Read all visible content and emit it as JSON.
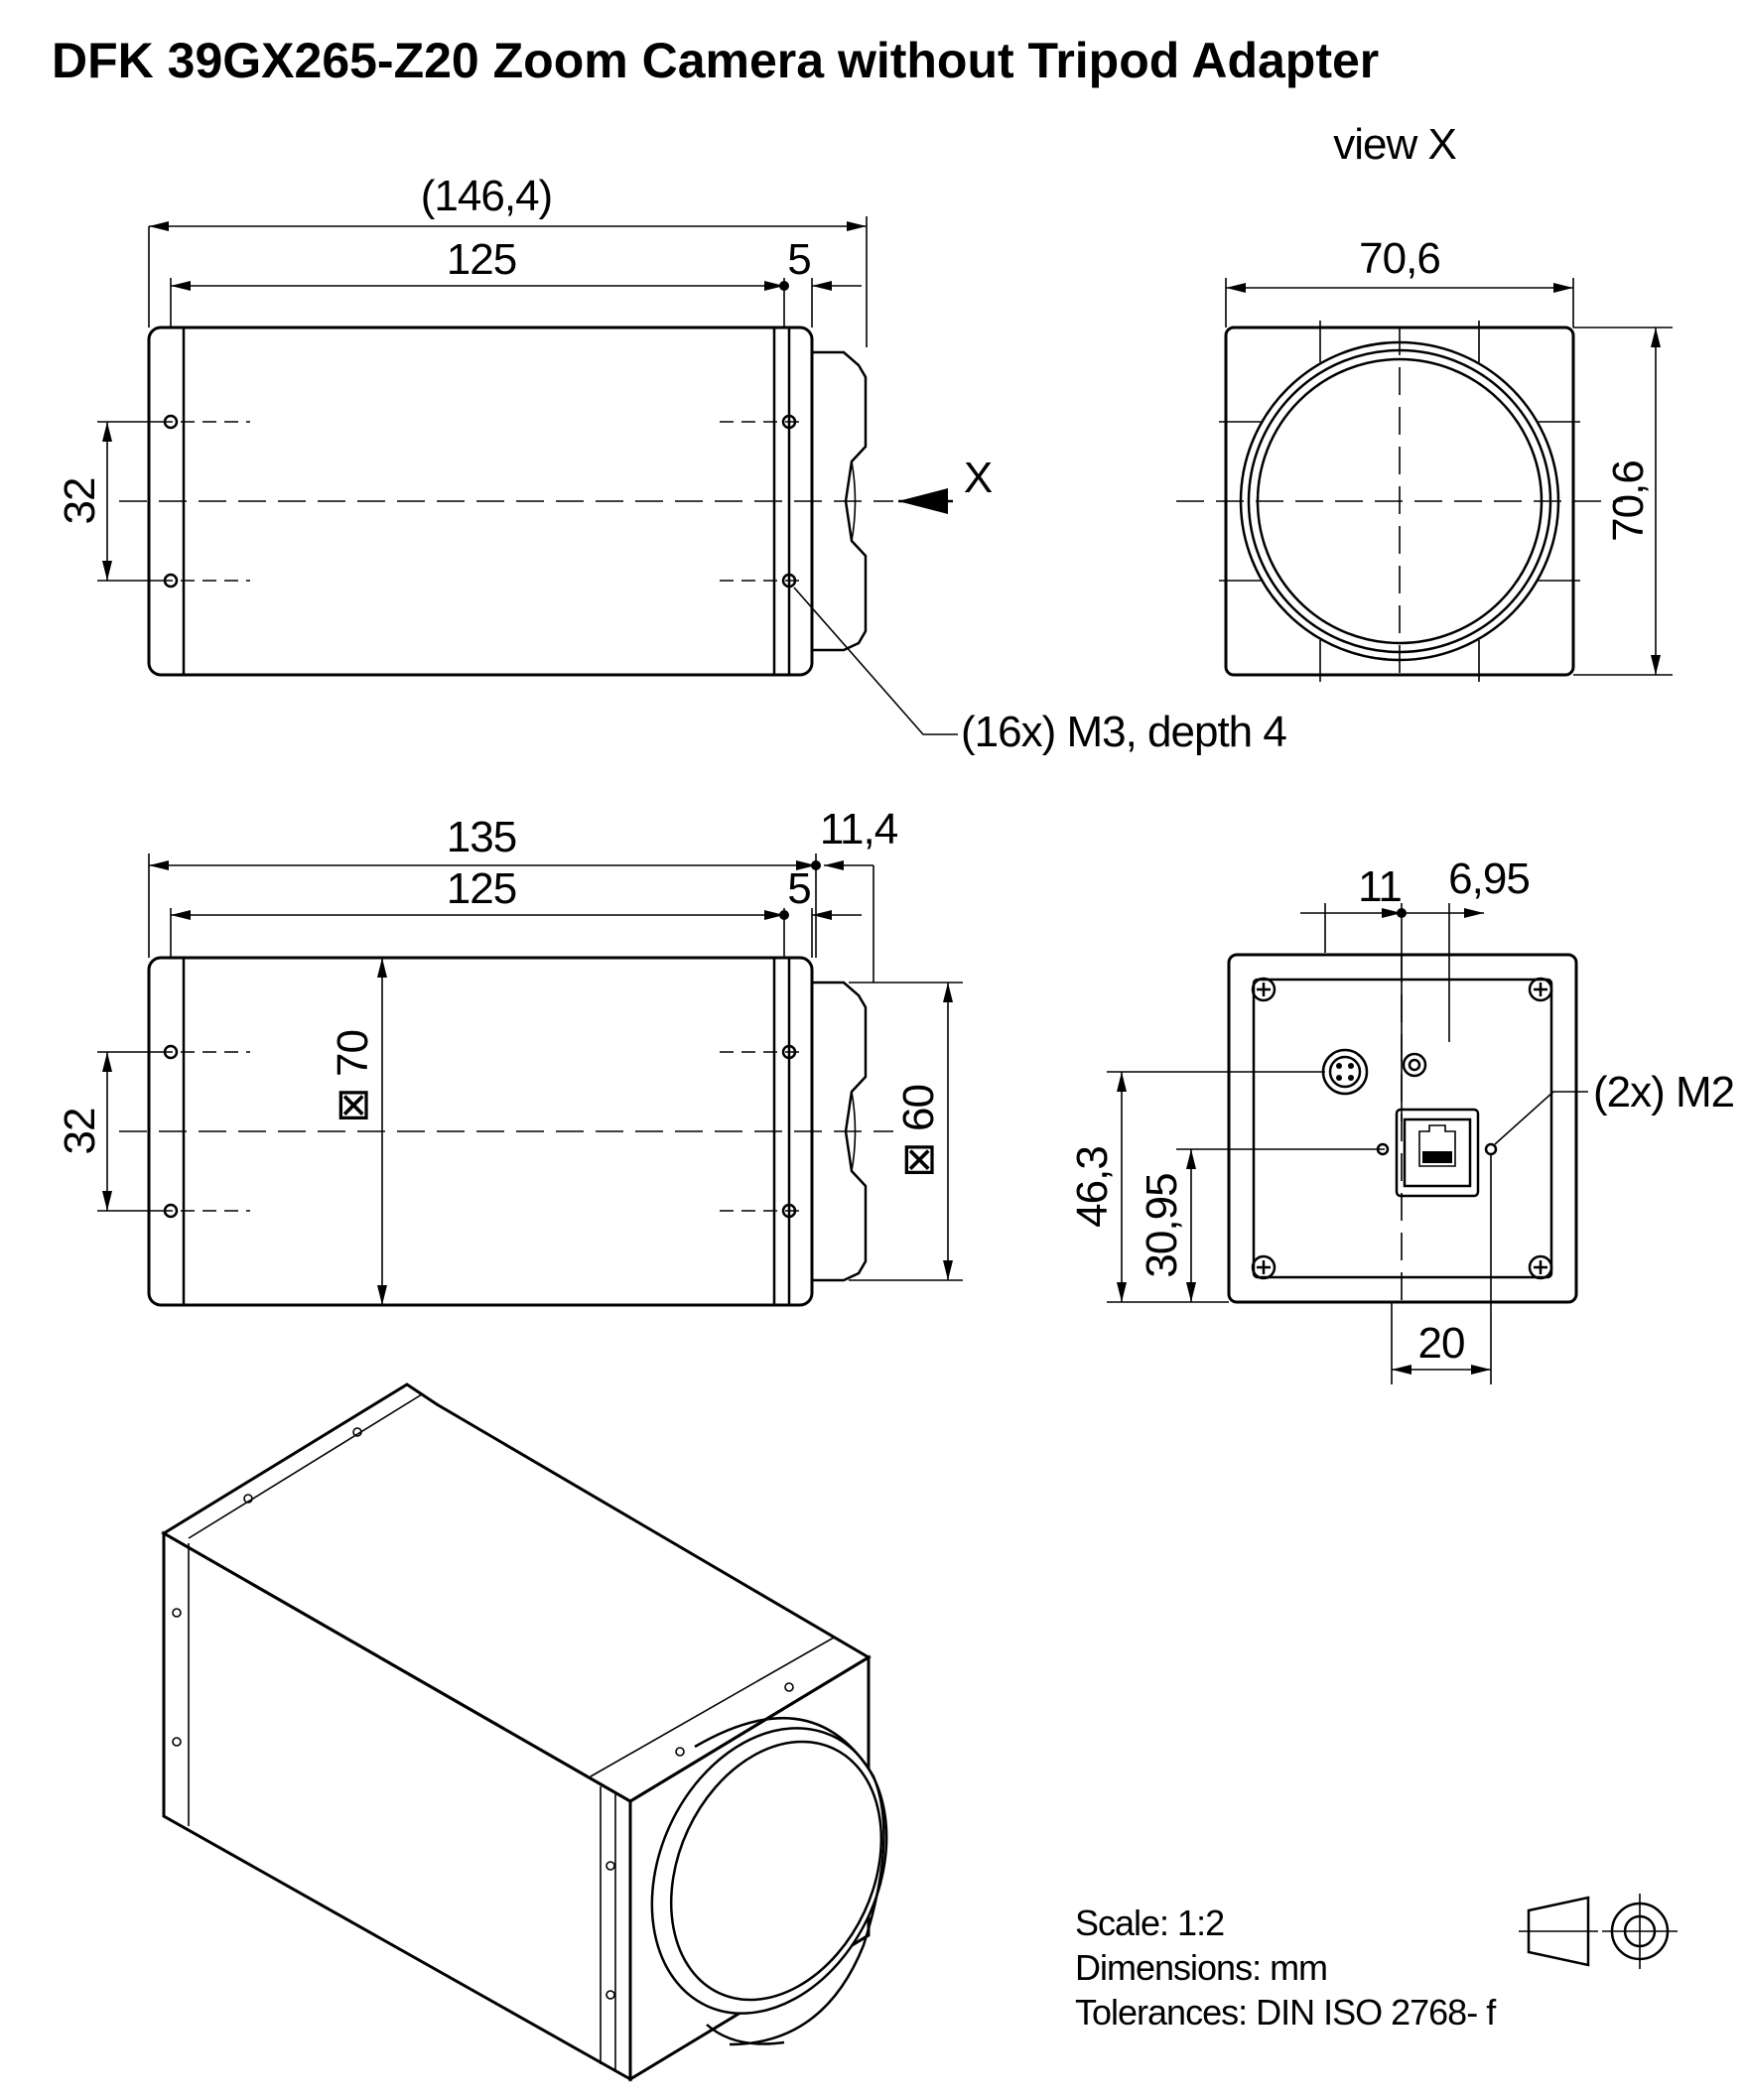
{
  "title": "DFK 39GX265-Z20 Zoom Camera without Tripod Adapter",
  "views": {
    "view_x_label": "view X",
    "arrow_label": "X"
  },
  "dimensions": {
    "top_overall": "(146,4)",
    "top_body": "125",
    "top_front": "5",
    "top_side_height": "32",
    "front_width": "70,6",
    "front_height": "70,6",
    "holes_note": "(16x) M3, depth 4",
    "side_overall": "135",
    "side_body": "125",
    "side_front": "5",
    "side_lens": "11,4",
    "side_height": "32",
    "body_square": "⊠ 70",
    "lens_square": "⊠ 60",
    "back_11": "11",
    "back_695": "6,95",
    "back_463": "46,3",
    "back_3095": "30,95",
    "back_20": "20",
    "back_m2_note": "(2x) M2"
  },
  "info": {
    "scale": "Scale:  1:2",
    "dimensions": "Dimensions:  mm",
    "tolerances": "Tolerances:  DIN ISO 2768- f"
  },
  "icons": [
    "projection-symbol-icon"
  ]
}
